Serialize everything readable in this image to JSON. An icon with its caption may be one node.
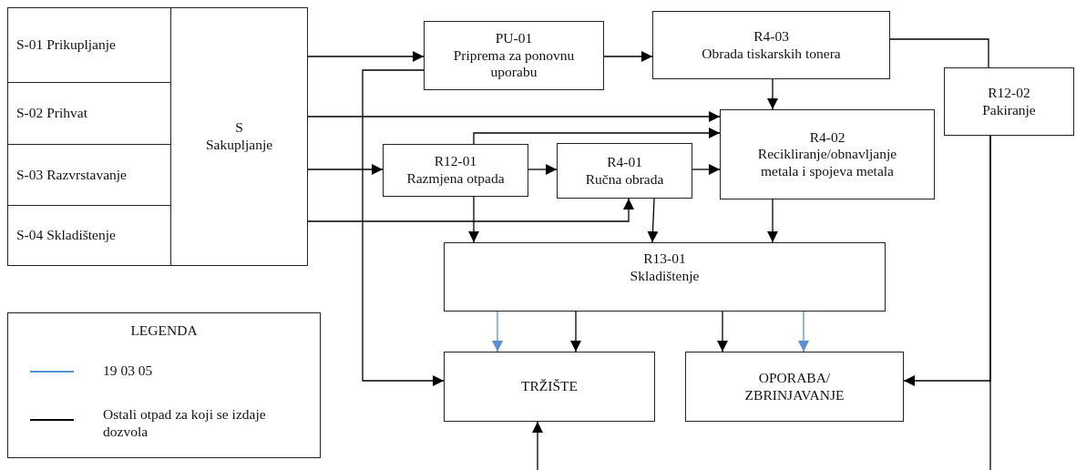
{
  "diagram": {
    "nodes": [
      {
        "text": [
          "S-01 Prikupljanje"
        ]
      },
      {
        "text": [
          "S-02 Prihvat"
        ]
      },
      {
        "text": [
          "S-03 Razvrstavanje"
        ]
      },
      {
        "text": [
          "S-04 Skladištenje"
        ]
      },
      {
        "text": [
          "S",
          "Sakupljanje"
        ]
      },
      {
        "text": [
          "PU-01",
          "Priprema za ponovnu uporabu"
        ]
      },
      {
        "text": [
          "R4-03",
          "Obrada tiskarskih tonera"
        ]
      },
      {
        "text": [
          "R12-02",
          "Pakiranje"
        ]
      },
      {
        "text": [
          "R4-02",
          "Recikliranje/obnavljanje metala i spojeva metala"
        ]
      },
      {
        "text": [
          "R12-01",
          "Razmjena otpada"
        ]
      },
      {
        "text": [
          "R4-01",
          "Ručna obrada"
        ]
      },
      {
        "text": [
          "R13-01",
          "Skladištenje"
        ]
      },
      {
        "text": [
          "TRŽIŠTE"
        ]
      },
      {
        "text": [
          "OPORABA/ ZBRINJAVANJE"
        ]
      }
    ],
    "edges": [
      {
        "from": 4,
        "to": 5,
        "arrow": "to"
      },
      {
        "from": 5,
        "to": 6,
        "arrow": "to"
      },
      {
        "from": 6,
        "to": 7,
        "arrow": "none"
      },
      {
        "from": 6,
        "to": 8,
        "arrow": "to"
      },
      {
        "from": 4,
        "to": 8,
        "arrow": "to"
      },
      {
        "from": 9,
        "to": 8,
        "arrow": "to"
      },
      {
        "from": 4,
        "to": 9,
        "arrow": "to"
      },
      {
        "from": 9,
        "to": 10,
        "arrow": "to"
      },
      {
        "from": 10,
        "to": 8,
        "arrow": "to"
      },
      {
        "from": 4,
        "to": 10,
        "arrow": "to"
      },
      {
        "from": 9,
        "to": 11,
        "arrow": "to"
      },
      {
        "from": 10,
        "to": 11,
        "arrow": "to"
      },
      {
        "from": 8,
        "to": 11,
        "arrow": "to"
      },
      {
        "from": 5,
        "to": 12,
        "arrow": "to"
      },
      {
        "from": 11,
        "to": 12,
        "arrow": "to",
        "color": "#5b8fd5"
      },
      {
        "from": 11,
        "to": 12,
        "arrow": "to"
      },
      {
        "from": 11,
        "to": 13,
        "arrow": "to"
      },
      {
        "from": 11,
        "to": 13,
        "arrow": "to",
        "color": "#5b8fd5"
      },
      {
        "from": 7,
        "to": 13,
        "arrow": "to"
      },
      {
        "from": 7,
        "to": null,
        "arrow": "none"
      },
      {
        "from": null,
        "to": 12,
        "arrow": "to"
      }
    ],
    "labels": [
      "LEGENDA"
    ],
    "legend": [
      {
        "text": "19 03 05",
        "color": "#5b8fd5"
      },
      {
        "text": "Ostali otpad za koji se izdaje dozvola",
        "color": "#000000"
      }
    ]
  }
}
